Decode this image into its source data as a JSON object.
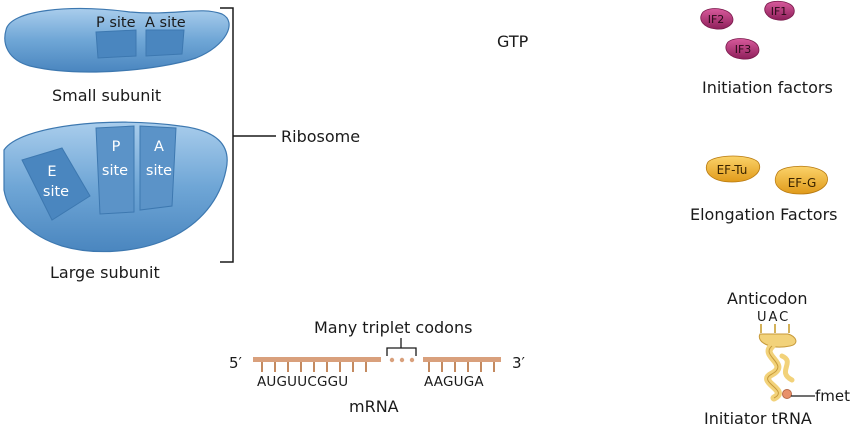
{
  "ribosome": {
    "small_subunit_label": "Small subunit",
    "large_subunit_label": "Large subunit",
    "ribosome_label": "Ribosome",
    "small_p_site": "P site",
    "small_a_site": "A site",
    "large_e_site_line1": "E",
    "large_e_site_line2": "site",
    "large_p_site_line1": "P",
    "large_p_site_line2": "site",
    "large_a_site_line1": "A",
    "large_a_site_line2": "site"
  },
  "gtp_label": "GTP",
  "initiation": {
    "factors": [
      "IF2",
      "IF1",
      "IF3"
    ],
    "label": "Initiation factors",
    "color": "#b5347a"
  },
  "elongation": {
    "factors": [
      "EF-Tu",
      "EF-G"
    ],
    "label": "Elongation Factors",
    "color": "#f2b533"
  },
  "mrna": {
    "five_prime": "5′",
    "three_prime": "3′",
    "left_sequence": "AUGUUCGGU",
    "right_sequence": "AAGUGA",
    "codons_label": "Many triplet codons",
    "label": "mRNA",
    "color": "#d9a07c"
  },
  "trna": {
    "anticodon_label": "Anticodon",
    "anticodon": "UAC",
    "amino_acid_label": "fmet",
    "label": "Initiator tRNA",
    "color": "#f2d27a"
  },
  "colors": {
    "ribosome_fill": "#6fa6d6",
    "ribosome_dark": "#4a86bf",
    "ribosome_light": "#a9cdec"
  }
}
